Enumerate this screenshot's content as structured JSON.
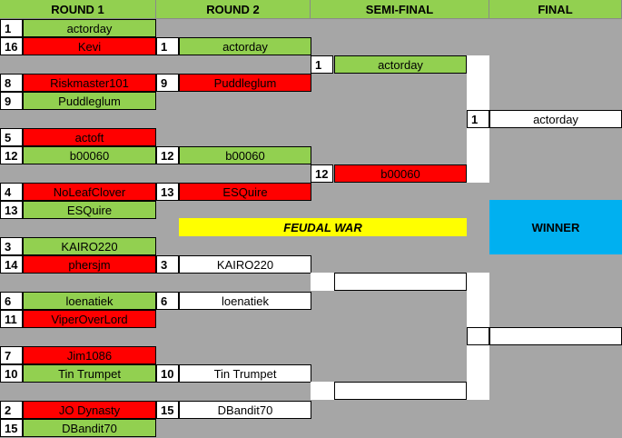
{
  "headers": {
    "round1": "ROUND 1",
    "round2": "ROUND 2",
    "semi": "SEMI-FINAL",
    "final": "FINAL"
  },
  "round1": [
    {
      "seed": "1",
      "name": "actorday",
      "status": "win"
    },
    {
      "seed": "16",
      "name": "Kevi",
      "status": "loss"
    },
    {
      "seed": "8",
      "name": "Riskmaster101",
      "status": "loss"
    },
    {
      "seed": "9",
      "name": "Puddleglum",
      "status": "win"
    },
    {
      "seed": "5",
      "name": "actoft",
      "status": "loss"
    },
    {
      "seed": "12",
      "name": "b00060",
      "status": "win"
    },
    {
      "seed": "4",
      "name": "NoLeafClover",
      "status": "loss"
    },
    {
      "seed": "13",
      "name": "ESQuire",
      "status": "win"
    },
    {
      "seed": "3",
      "name": "KAIRO220",
      "status": "win"
    },
    {
      "seed": "14",
      "name": "phersjm",
      "status": "loss"
    },
    {
      "seed": "6",
      "name": "loenatiek",
      "status": "win"
    },
    {
      "seed": "11",
      "name": "ViperOverLord",
      "status": "loss"
    },
    {
      "seed": "7",
      "name": "Jim1086",
      "status": "loss"
    },
    {
      "seed": "10",
      "name": "Tin Trumpet",
      "status": "win"
    },
    {
      "seed": "2",
      "name": "JO Dynasty",
      "status": "loss"
    },
    {
      "seed": "15",
      "name": "DBandit70",
      "status": "win"
    }
  ],
  "round2": [
    {
      "seed": "1",
      "name": "actorday",
      "status": "win"
    },
    {
      "seed": "9",
      "name": "Puddleglum",
      "status": "loss"
    },
    {
      "seed": "12",
      "name": "b00060",
      "status": "win"
    },
    {
      "seed": "13",
      "name": "ESQuire",
      "status": "loss"
    },
    {
      "seed": "3",
      "name": "KAIRO220",
      "status": "pending"
    },
    {
      "seed": "6",
      "name": "loenatiek",
      "status": "pending"
    },
    {
      "seed": "10",
      "name": "Tin Trumpet",
      "status": "pending"
    },
    {
      "seed": "15",
      "name": "DBandit70",
      "status": "pending"
    }
  ],
  "semifinal": [
    {
      "seed": "1",
      "name": "actorday",
      "status": "win"
    },
    {
      "seed": "12",
      "name": "b00060",
      "status": "loss"
    },
    {
      "seed": "",
      "name": "",
      "status": "pending"
    },
    {
      "seed": "",
      "name": "",
      "status": "pending"
    }
  ],
  "final": [
    {
      "seed": "1",
      "name": "actorday",
      "status": "pending"
    },
    {
      "seed": "",
      "name": "",
      "status": "pending"
    }
  ],
  "banner": "FEUDAL WAR",
  "winner_label": "WINNER",
  "colors": {
    "win": "#92d050",
    "loss": "#ff0000",
    "pending": "#ffffff",
    "banner": "#ffff00",
    "winner": "#00b0f0",
    "background": "#a6a6a6"
  }
}
